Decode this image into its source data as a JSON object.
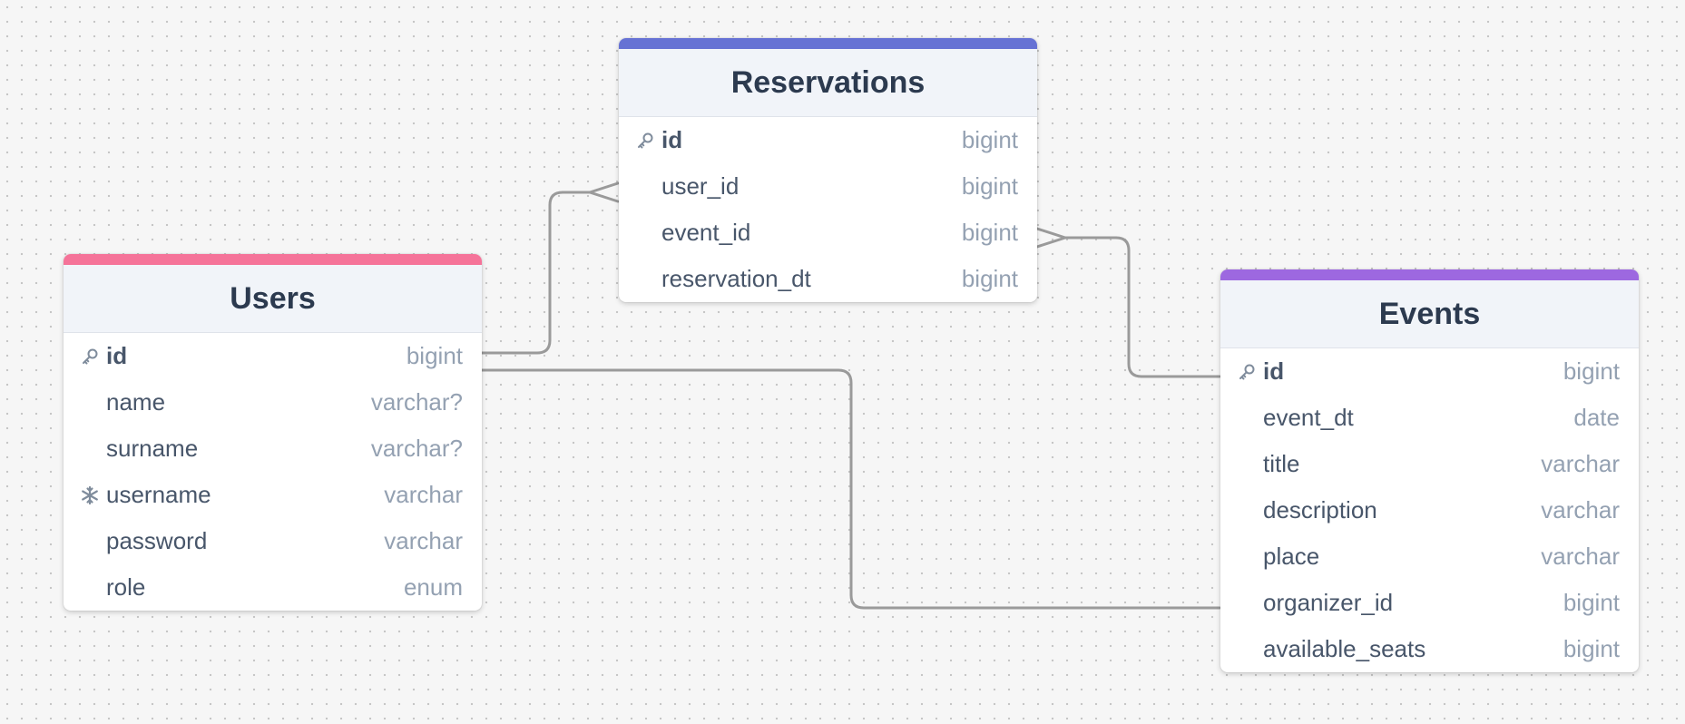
{
  "tables": {
    "users": {
      "title": "Users",
      "accent": "#f57399",
      "columns": [
        {
          "name": "id",
          "type": "bigint",
          "icon": "key-icon",
          "pk": true
        },
        {
          "name": "name",
          "type": "varchar?"
        },
        {
          "name": "surname",
          "type": "varchar?"
        },
        {
          "name": "username",
          "type": "varchar",
          "icon": "unique-icon"
        },
        {
          "name": "password",
          "type": "varchar"
        },
        {
          "name": "role",
          "type": "enum"
        }
      ]
    },
    "reservations": {
      "title": "Reservations",
      "accent": "#6672d4",
      "columns": [
        {
          "name": "id",
          "type": "bigint",
          "icon": "key-icon",
          "pk": true
        },
        {
          "name": "user_id",
          "type": "bigint"
        },
        {
          "name": "event_id",
          "type": "bigint"
        },
        {
          "name": "reservation_dt",
          "type": "bigint"
        }
      ]
    },
    "events": {
      "title": "Events",
      "accent": "#9d68e0",
      "columns": [
        {
          "name": "id",
          "type": "bigint",
          "icon": "key-icon",
          "pk": true
        },
        {
          "name": "event_dt",
          "type": "date"
        },
        {
          "name": "title",
          "type": "varchar"
        },
        {
          "name": "description",
          "type": "varchar"
        },
        {
          "name": "place",
          "type": "varchar"
        },
        {
          "name": "organizer_id",
          "type": "bigint"
        },
        {
          "name": "available_seats",
          "type": "bigint"
        }
      ]
    }
  },
  "relations": [
    {
      "from": "users.id",
      "to": "reservations.user_id",
      "type": "one-to-many"
    },
    {
      "from": "events.id",
      "to": "reservations.event_id",
      "type": "one-to-many"
    },
    {
      "from": "users.id",
      "to": "events.organizer_id",
      "type": "one-to-one"
    }
  ],
  "colors": {
    "connector": "#9a9a9a",
    "title_text": "#2c3a4f",
    "column_text": "#48566a",
    "type_text": "#94a1b2",
    "header_bg": "#f1f4f9"
  }
}
